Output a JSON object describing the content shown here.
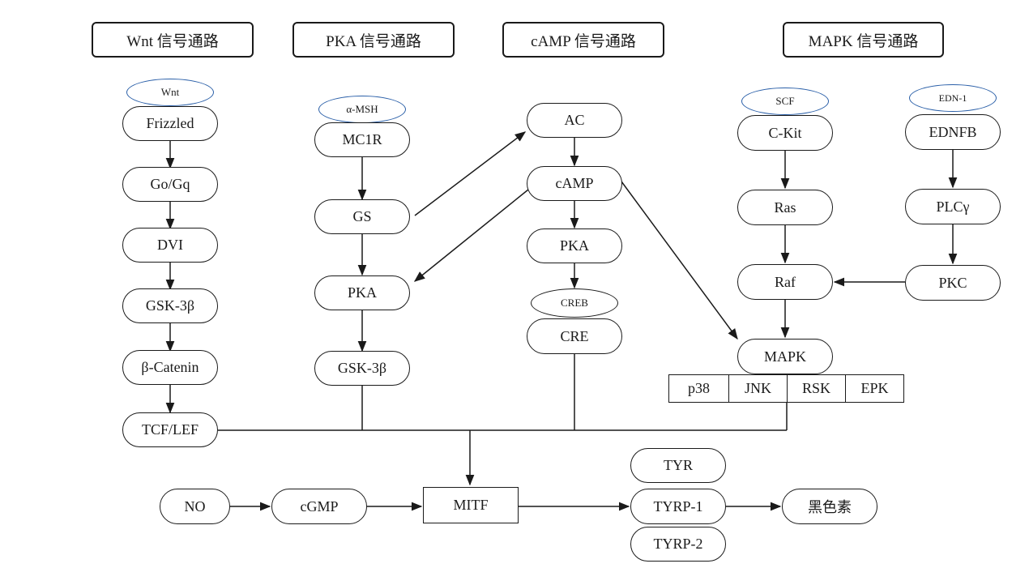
{
  "headers": {
    "wnt": "Wnt 信号通路",
    "pka": "PKA 信号通路",
    "camp": "cAMP 信号通路",
    "mapk": "MAPK 信号通路"
  },
  "wnt_path": {
    "ligand": "Wnt",
    "nodes": [
      "Frizzled",
      "Go/Gq",
      "DVI",
      "GSK-3β",
      "β-Catenin",
      "TCF/LEF"
    ]
  },
  "pka_path": {
    "ligand": "α-MSH",
    "nodes": [
      "MC1R",
      "GS",
      "PKA",
      "GSK-3β"
    ]
  },
  "camp_path": {
    "nodes": [
      "AC",
      "cAMP",
      "PKA"
    ],
    "creb": "CREB",
    "cre": "CRE"
  },
  "mapk_path": {
    "scf": "SCF",
    "ckit": "C-Kit",
    "ras": "Ras",
    "raf": "Raf",
    "mapk": "MAPK",
    "edn1": "EDN-1",
    "ednfb": "EDNFB",
    "plc": "PLCγ",
    "pkc": "PKC",
    "subtypes": [
      "p38",
      "JNK",
      "RSK",
      "EPK"
    ]
  },
  "bottom": {
    "no": "NO",
    "cgmp": "cGMP",
    "mitf": "MITF",
    "tyr": "TYR",
    "tyrp1": "TYRP-1",
    "tyrp2": "TYRP-2",
    "melanin": "黑色素"
  }
}
